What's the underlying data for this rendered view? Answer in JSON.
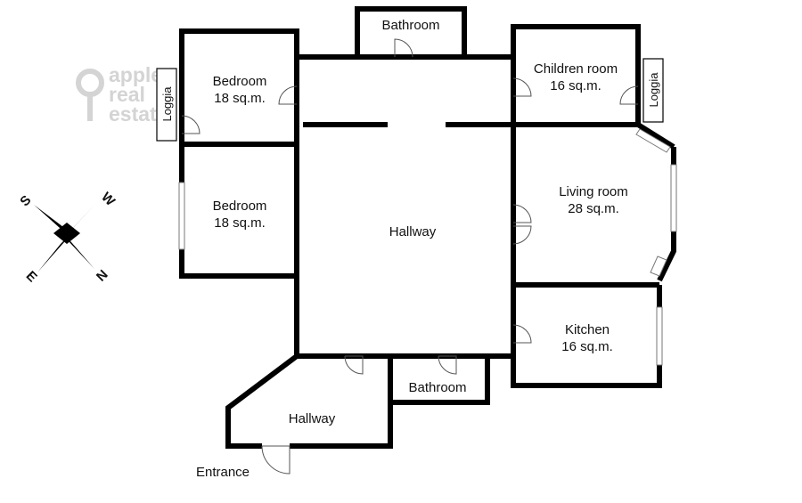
{
  "watermark": {
    "line1": "apple",
    "line2": "real",
    "line3": "estate"
  },
  "compass": {
    "n": "N",
    "s": "S",
    "e": "E",
    "w": "W"
  },
  "rooms": {
    "bathroom_top": {
      "name": "Bathroom"
    },
    "bedroom_top": {
      "name": "Bedroom",
      "area": "18 sq.m."
    },
    "bedroom_bottom": {
      "name": "Bedroom",
      "area": "18 sq.m."
    },
    "children_room": {
      "name": "Children room",
      "area": "16 sq.m."
    },
    "living_room": {
      "name": "Living room",
      "area": "28 sq.m."
    },
    "kitchen": {
      "name": "Kitchen",
      "area": "16 sq.m."
    },
    "hallway_main": {
      "name": "Hallway"
    },
    "hallway_entry": {
      "name": "Hallway"
    },
    "bathroom_bottom": {
      "name": "Bathroom"
    },
    "loggia_left": {
      "name": "Loggia"
    },
    "loggia_right": {
      "name": "Loggia"
    }
  },
  "entrance": {
    "label": "Entrance"
  }
}
